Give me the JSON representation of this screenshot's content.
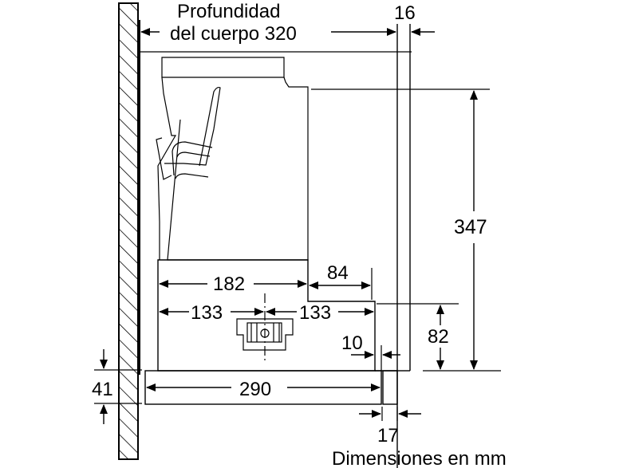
{
  "diagram": {
    "title_line1": "Profundidad",
    "title_line2": "del cuerpo 320",
    "footer": "Dimensiones en mm",
    "colors": {
      "stroke": "#000000",
      "background": "#ffffff"
    },
    "dimensions": {
      "body_depth": "320",
      "top_gap": "16",
      "height_total": "347",
      "height_lower": "82",
      "width_182": "182",
      "width_84": "84",
      "half_left": "133",
      "half_right": "133",
      "gap_10": "10",
      "panel_290": "290",
      "panel_height": "41",
      "front_17": "17"
    }
  }
}
